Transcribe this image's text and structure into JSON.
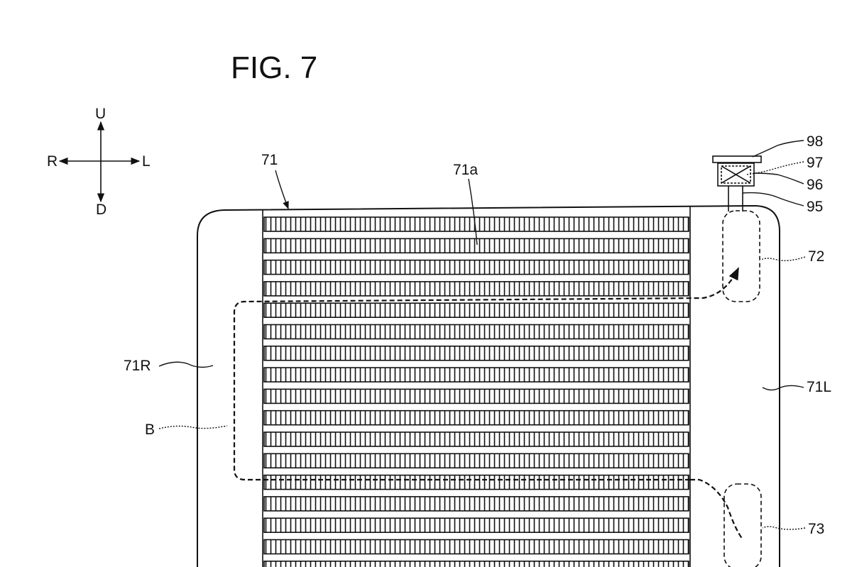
{
  "figure": {
    "title": "FIG. 7",
    "direction": {
      "up": "U",
      "down": "D",
      "left": "L",
      "right": "R"
    },
    "labels": {
      "radiator": "71",
      "core": "71a",
      "right_tank": "71R",
      "left_tank": "71L",
      "upper_region": "72",
      "lower_region": "73",
      "pipe": "95",
      "valve_body": "96",
      "valve_element": "97",
      "cap": "98",
      "flow_path": "B"
    }
  }
}
